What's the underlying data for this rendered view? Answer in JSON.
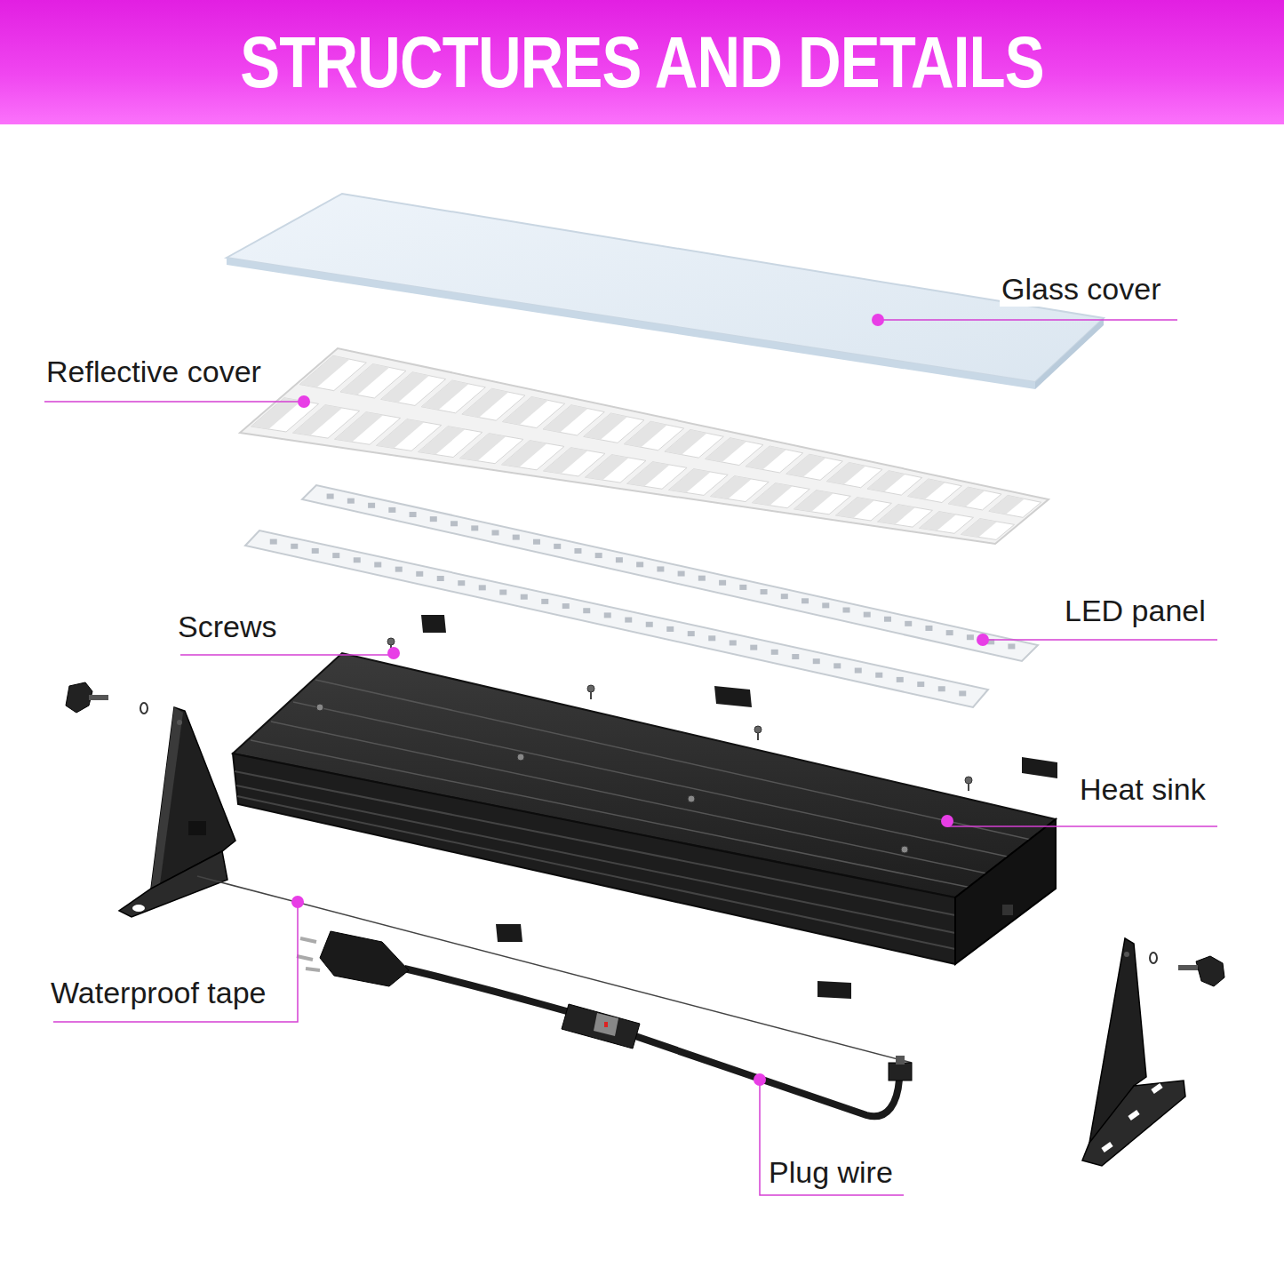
{
  "diagram": {
    "title": "STRUCTURES AND DETAILS",
    "labels": [
      "Glass cover",
      "Reflective cover",
      "LED panel",
      "Screws",
      "Heat sink",
      "Waterproof tape",
      "Plug wire"
    ]
  }
}
